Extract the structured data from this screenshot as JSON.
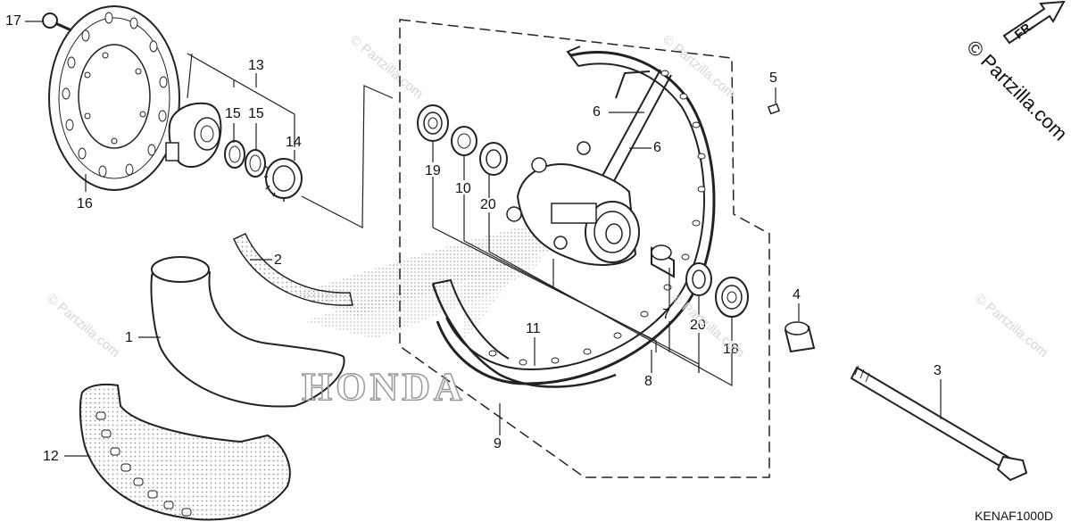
{
  "diagram": {
    "diagram_code": "KENAF1000D",
    "copyright": "© Partzilla.com",
    "front_marker": "FR.",
    "watermark": "© Partzilla.com",
    "brand_mark": "HONDA",
    "callouts": [
      {
        "id": "1",
        "part": "tire"
      },
      {
        "id": "2",
        "part": "rim-band"
      },
      {
        "id": "3",
        "part": "axle"
      },
      {
        "id": "4",
        "part": "side-collar"
      },
      {
        "id": "5",
        "part": "spoke-nipple"
      },
      {
        "id": "6",
        "part": "spoke"
      },
      {
        "id": "7",
        "part": "distance-collar"
      },
      {
        "id": "8",
        "part": "hub"
      },
      {
        "id": "9",
        "part": "wheel-assembly"
      },
      {
        "id": "10",
        "part": "speedometer-gear-retainer"
      },
      {
        "id": "11",
        "part": "rim"
      },
      {
        "id": "12",
        "part": "tire-cover"
      },
      {
        "id": "13",
        "part": "speedometer-gearbox"
      },
      {
        "id": "14",
        "part": "speedometer-drive-gear"
      },
      {
        "id": "15",
        "part": "dust-seal"
      },
      {
        "id": "16",
        "part": "brake-disc"
      },
      {
        "id": "17",
        "part": "disc-bolt"
      },
      {
        "id": "18",
        "part": "bearing"
      },
      {
        "id": "19",
        "part": "bearing"
      },
      {
        "id": "20",
        "part": "dust-seal"
      }
    ]
  }
}
